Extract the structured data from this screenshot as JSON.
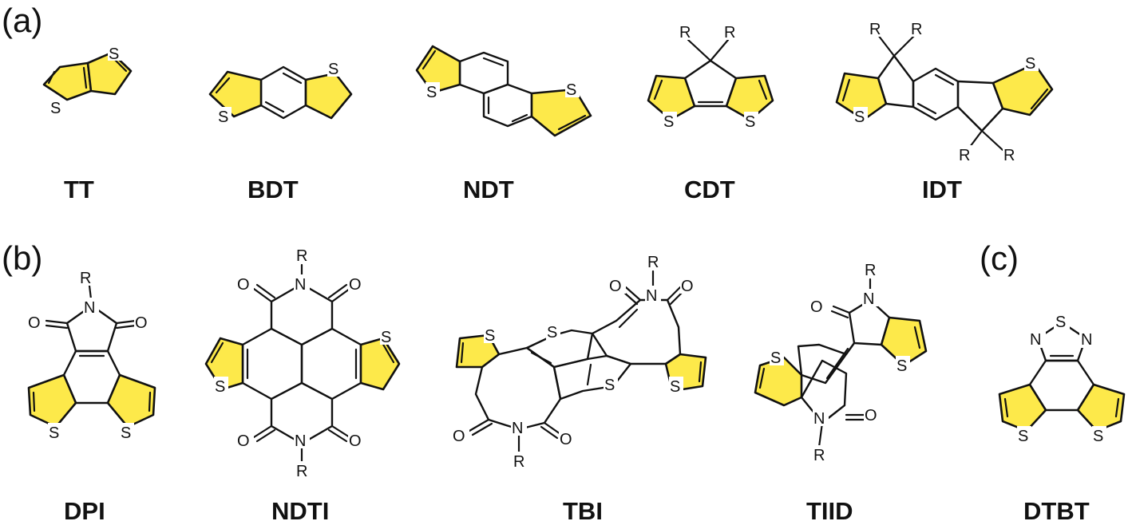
{
  "panels": {
    "a": "(a)",
    "b": "(b)",
    "c": "(c)"
  },
  "molecules": {
    "tt": "TT",
    "bdt": "BDT",
    "ndt": "NDT",
    "cdt": "CDT",
    "idt": "IDT",
    "dpi": "DPI",
    "ndti": "NDTI",
    "tbi": "TBI",
    "tiid": "TIID",
    "dtbt": "DTBT"
  },
  "atoms": {
    "s": "S",
    "r": "R",
    "n": "N",
    "o": "O"
  },
  "colors": {
    "thiophene": "#fde94a",
    "bond": "#111111",
    "background": "#ffffff"
  }
}
